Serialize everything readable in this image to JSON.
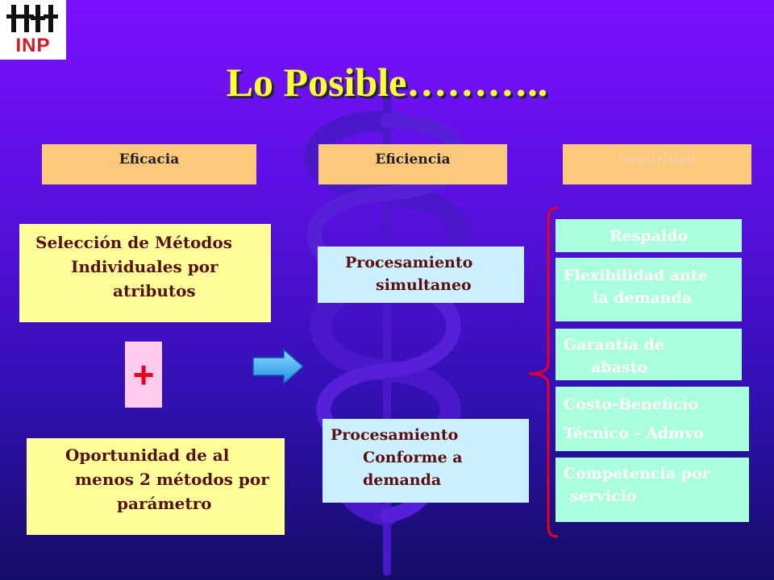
{
  "logo": {
    "text": "INP"
  },
  "title": "Lo Posible………..",
  "headers": {
    "eficacia": "Eficacia",
    "eficiencia": "Eficiencia",
    "seguridad": "Seguridad"
  },
  "left": {
    "seleccion": [
      "Selección de Métodos",
      "Individuales por",
      "atributos"
    ],
    "plus": "+",
    "oportunidad": [
      "Oportunidad de al",
      "menos 2 métodos por",
      "parámetro"
    ]
  },
  "middle": {
    "simultaneo": [
      "Procesamiento",
      "simultaneo"
    ],
    "conforme": [
      "Procesamiento",
      "Conforme a",
      "demanda"
    ]
  },
  "right": {
    "respaldo": "Respaldo",
    "flexibilidad": [
      "Flexibilidad ante",
      "la demanda"
    ],
    "garantia": [
      "Garantía de",
      "abasto"
    ],
    "costo": [
      "Costo-Beneficio",
      "Técnico - Admvo"
    ],
    "competencia": [
      "Competencia por",
      "servicio"
    ]
  },
  "colors": {
    "title": "#ffff33",
    "header_fill": "#fcc97c",
    "yellow_box": "#ffff99",
    "blue_box": "#ccf0ff",
    "green_box": "#aaffdd",
    "plus": "#e8001c",
    "bracket": "#e8001c",
    "arrow": "#33aaff"
  }
}
